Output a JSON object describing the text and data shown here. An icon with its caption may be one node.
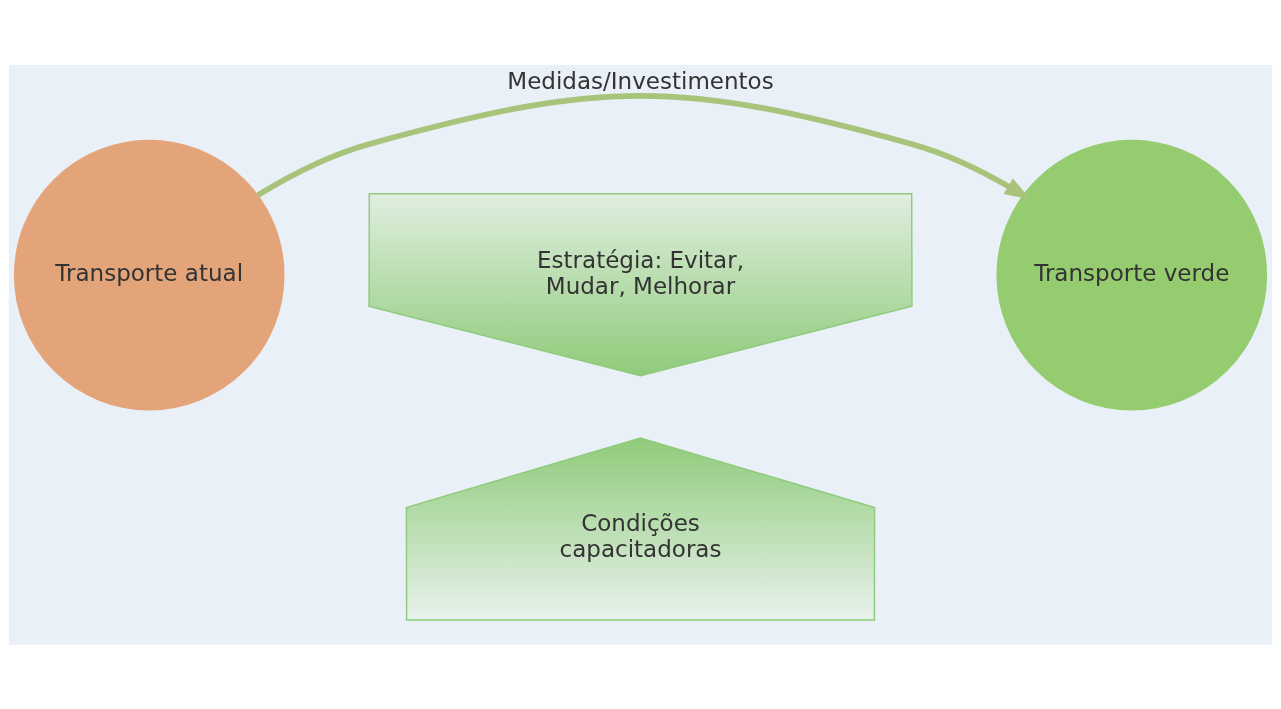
{
  "diagram": {
    "nodes": [
      {
        "text": [
          "Transporte atual"
        ]
      },
      {
        "text": [
          "Transporte verde"
        ]
      },
      {
        "text": [
          "Estratégia: Evitar, Mudar, Melhorar"
        ]
      },
      {
        "text": [
          "Condições capacitadoras"
        ]
      }
    ],
    "edges": [
      {
        "from": 0,
        "to": 1,
        "arrow": "to",
        "label": "Medidas/Investimentos"
      }
    ]
  }
}
